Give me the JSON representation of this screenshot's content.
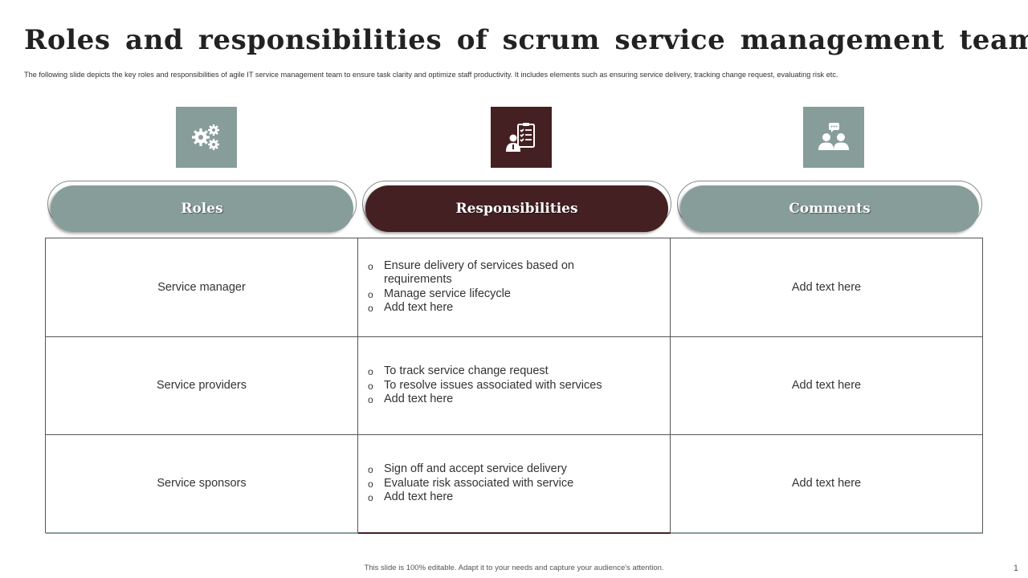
{
  "title": "Roles and responsibilities of scrum service management team",
  "subtitle": "The following slide depicts the key roles and responsibilities of agile IT service management team to ensure task clarity and optimize staff productivity. It includes elements such as ensuring service delivery, tracking change request, evaluating risk etc.",
  "colors": {
    "grey": "#879d99",
    "maroon": "#452023"
  },
  "icons": [
    "gears-icon",
    "checklist-person-icon",
    "team-chat-icon"
  ],
  "headers": [
    "Roles",
    "Responsibilities",
    "Comments"
  ],
  "rows": [
    {
      "role": "Service manager",
      "responsibilities": [
        "Ensure delivery of services based on requirements",
        "Manage service lifecycle",
        "Add text here"
      ],
      "comment": "Add text here"
    },
    {
      "role": "Service providers",
      "responsibilities": [
        "To track service change request",
        "To resolve issues associated with services",
        "Add text here"
      ],
      "comment": "Add text here"
    },
    {
      "role": "Service sponsors",
      "responsibilities": [
        "Sign off and accept service delivery",
        "Evaluate risk associated with service",
        "Add text here"
      ],
      "comment": "Add text here"
    }
  ],
  "footer": "This slide is 100% editable. Adapt it to your needs and capture your audience's attention.",
  "page_number": "1"
}
